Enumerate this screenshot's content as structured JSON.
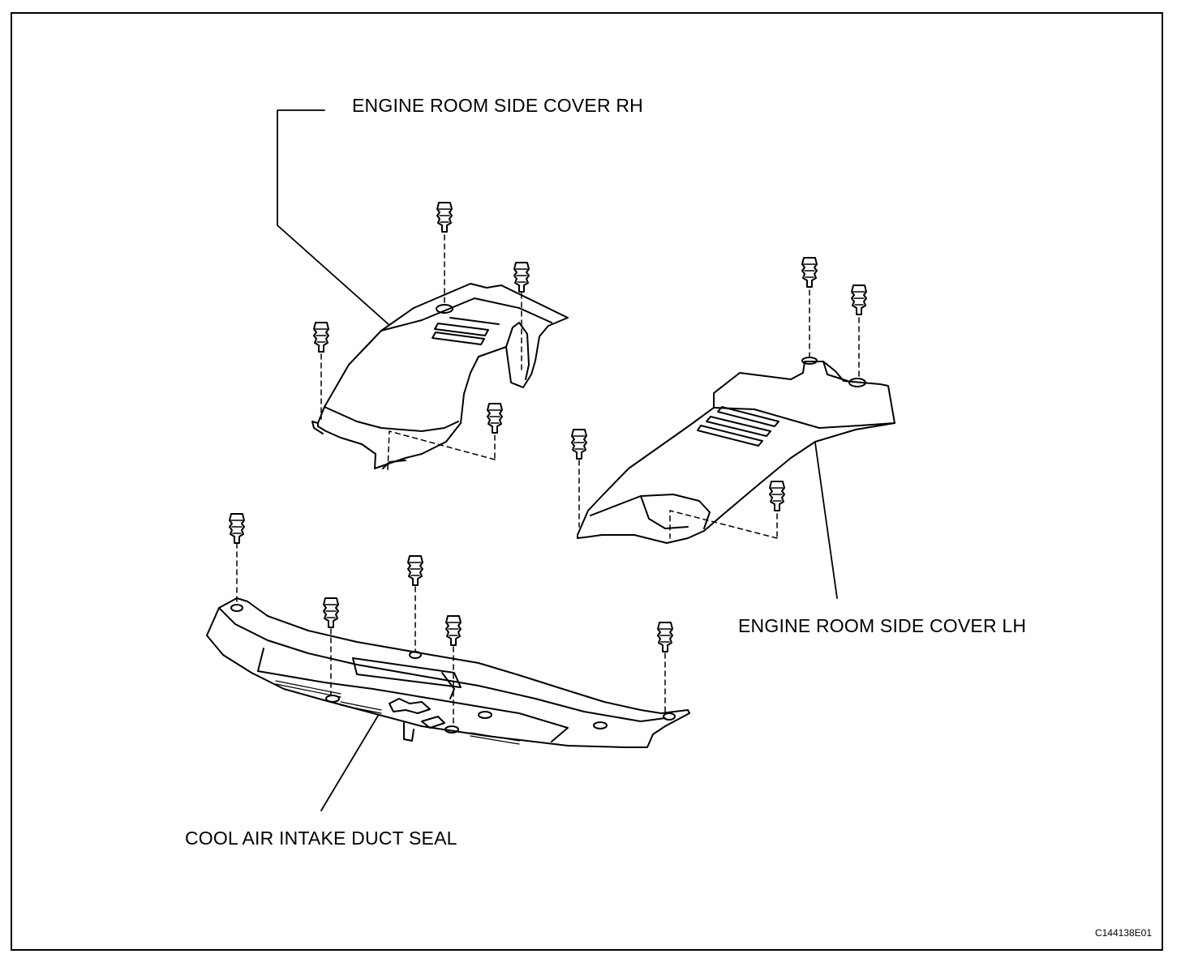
{
  "labels": {
    "rh_cover": "ENGINE ROOM SIDE COVER RH",
    "lh_cover": "ENGINE ROOM SIDE COVER LH",
    "duct_seal": "COOL AIR INTAKE DUCT SEAL"
  },
  "figure_code": "C144138E01",
  "colors": {
    "line": "#000000",
    "background": "#ffffff"
  }
}
